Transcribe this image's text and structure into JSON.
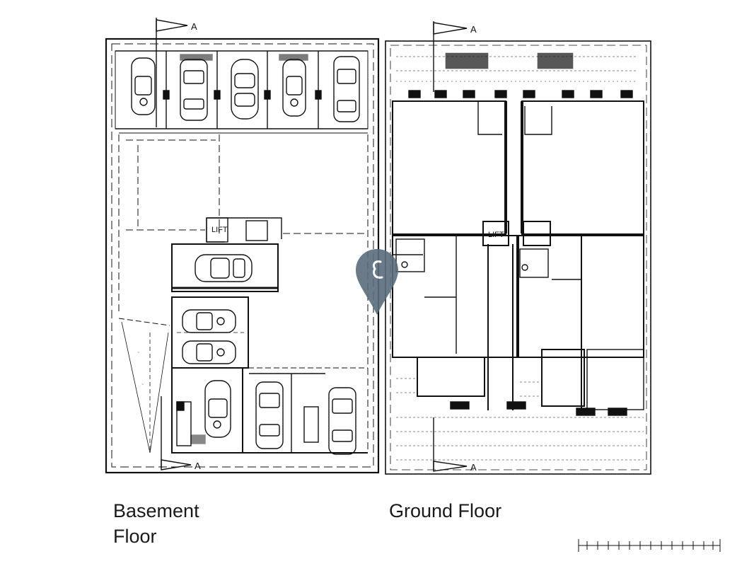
{
  "captions": {
    "basement": "Basement\nFloor",
    "ground": "Ground Floor"
  },
  "labels": {
    "lift_basement": "LIFT",
    "lift_ground": "LIFT",
    "section_marker": "A"
  },
  "icons": {
    "watermark": "location-pin-icon",
    "scale": "scale-bar-icon"
  },
  "colors": {
    "line": "#111111",
    "watermark": "#5b6c7c"
  }
}
